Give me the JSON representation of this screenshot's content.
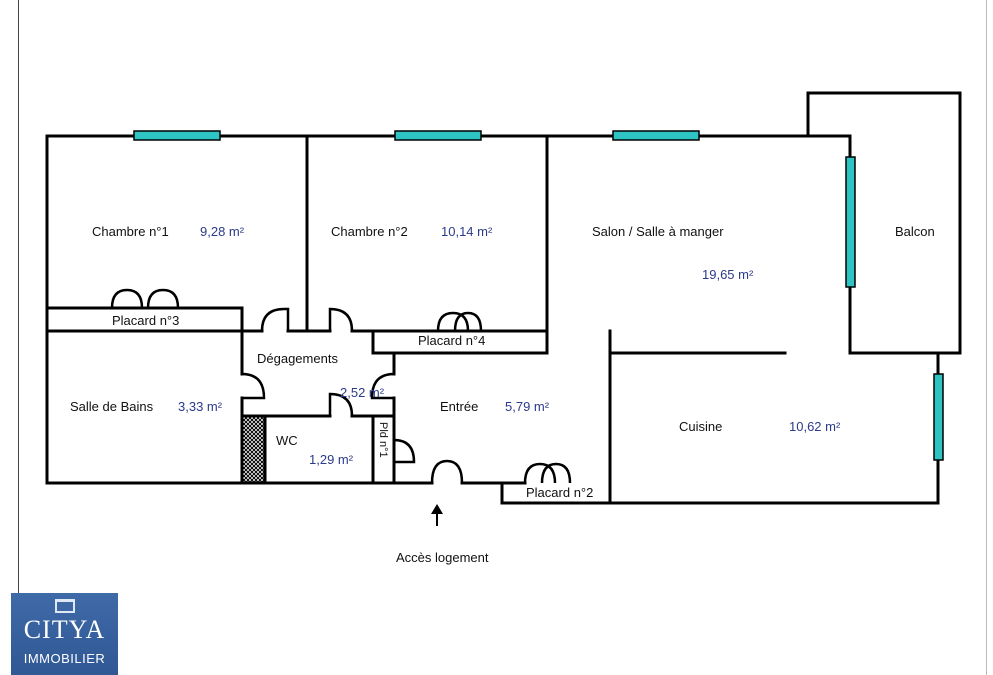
{
  "rooms": {
    "chambre1": {
      "label": "Chambre n°1",
      "area": "9,28  m²"
    },
    "chambre2": {
      "label": "Chambre n°2",
      "area": "10,14  m²"
    },
    "salon": {
      "label": "Salon / Salle à manger",
      "area": "19,65  m²"
    },
    "balcon": {
      "label": "Balcon"
    },
    "placard3": {
      "label": "Placard n°3"
    },
    "placard4": {
      "label": "Placard n°4"
    },
    "degagements": {
      "label": "Dégagements",
      "area": "2,52  m²"
    },
    "salle_de_bains": {
      "label": "Salle de Bains",
      "area": "3,33  m²"
    },
    "wc": {
      "label": "WC",
      "area": "1,29  m²"
    },
    "pld1": {
      "label": "Pld n°1"
    },
    "entree": {
      "label": "Entrée",
      "area": "5,79  m²"
    },
    "cuisine": {
      "label": "Cuisine",
      "area": "10,62  m²"
    },
    "placard2": {
      "label": "Placard n°2"
    }
  },
  "access": {
    "label": "Accès logement"
  },
  "logo": {
    "name": "CITYA",
    "sub": "IMMOBILIER"
  },
  "colors": {
    "wall": "#000000",
    "window": "#2ec4c4",
    "text_area": "#2b3a8a",
    "logo_bg": "#3a64a2"
  },
  "icons": {
    "access_arrow": "arrow-up-icon",
    "logo_emblem": "column-icon"
  }
}
